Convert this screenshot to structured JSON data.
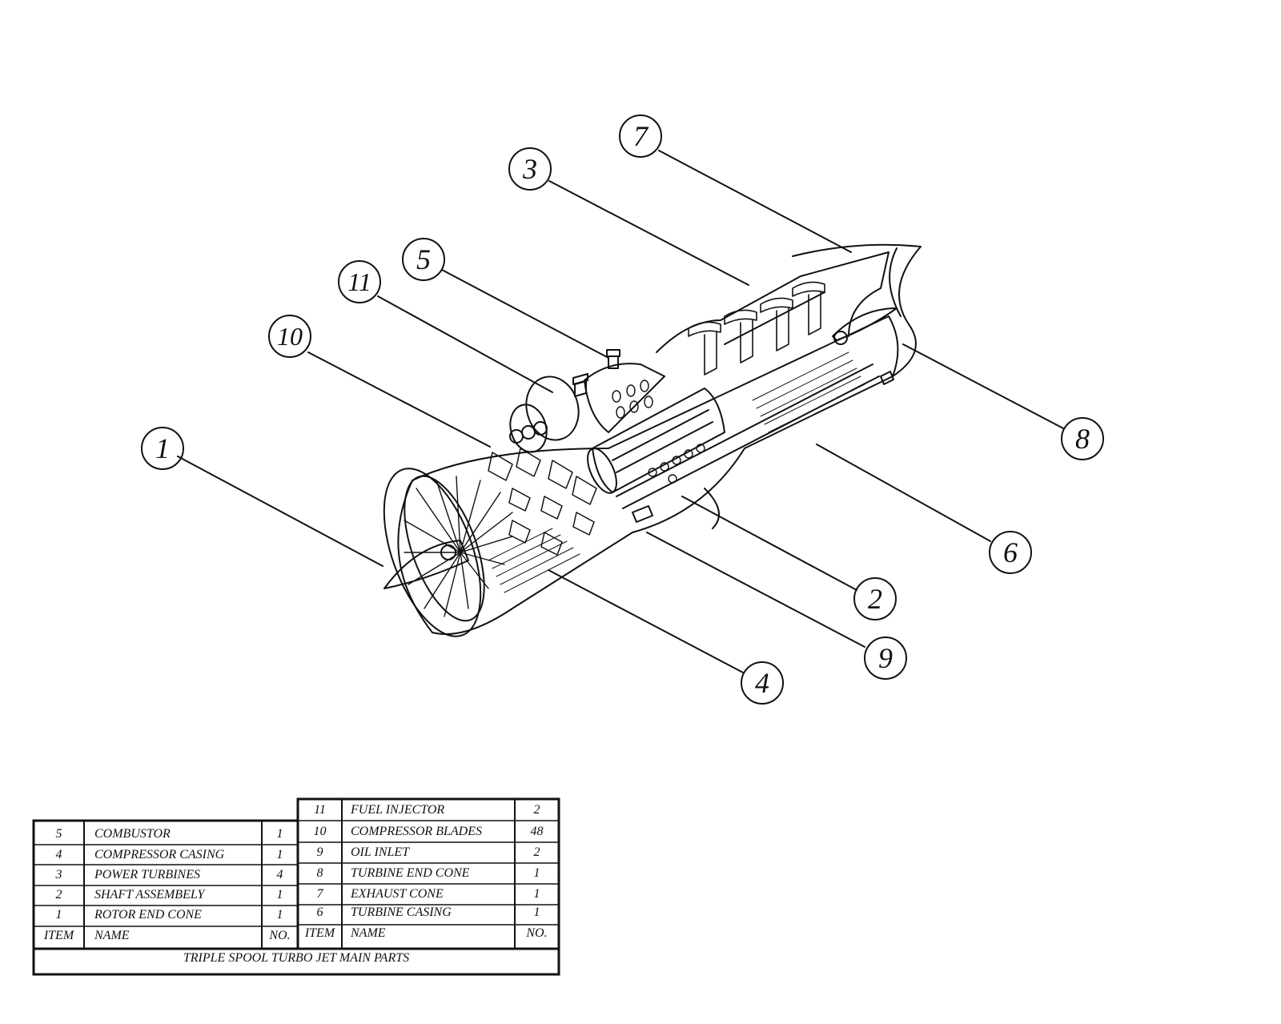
{
  "callouts": [
    "1",
    "2",
    "3",
    "4",
    "5",
    "6",
    "7",
    "8",
    "9",
    "10",
    "11"
  ],
  "parts_table": {
    "left_rows": [
      {
        "item": "5",
        "name": "COMBUSTOR",
        "qty": "1"
      },
      {
        "item": "4",
        "name": "COMPRESSOR CASING",
        "qty": "1"
      },
      {
        "item": "3",
        "name": "POWER TURBINES",
        "qty": "4"
      },
      {
        "item": "2",
        "name": "SHAFT ASSEMBELY",
        "qty": "1"
      },
      {
        "item": "1",
        "name": "ROTOR END CONE",
        "qty": "1"
      }
    ],
    "right_rows": [
      {
        "item": "11",
        "name": "FUEL INJECTOR",
        "qty": "2"
      },
      {
        "item": "10",
        "name": "COMPRESSOR BLADES",
        "qty": "48"
      },
      {
        "item": "9",
        "name": "OIL INLET",
        "qty": "2"
      },
      {
        "item": "8",
        "name": "TURBINE END CONE",
        "qty": "1"
      },
      {
        "item": "7",
        "name": "EXHAUST CONE",
        "qty": "1"
      },
      {
        "item": "6",
        "name": "TURBINE CASING",
        "qty": "1"
      }
    ],
    "headers": {
      "item": "ITEM",
      "name": "NAME",
      "qty": "NO."
    },
    "caption": "TRIPLE SPOOL TURBO JET   MAIN PARTS"
  }
}
